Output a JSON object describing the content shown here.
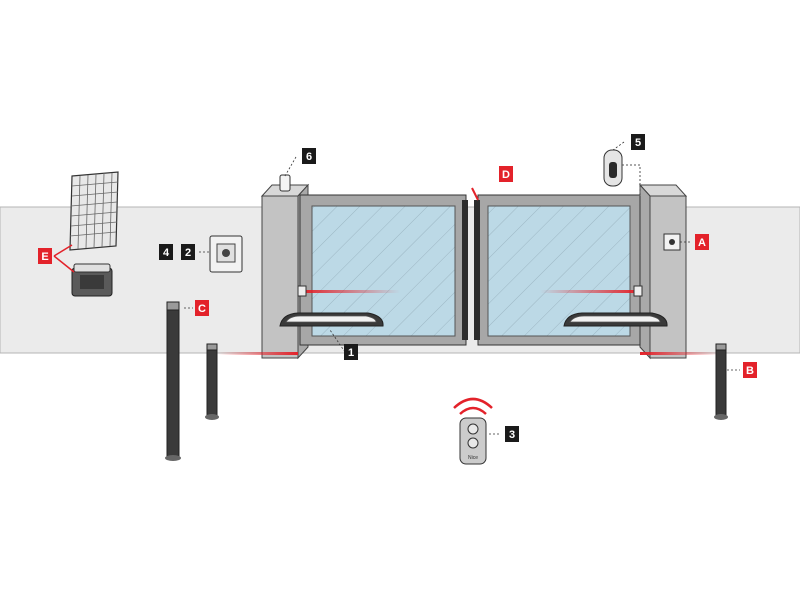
{
  "labels": {
    "n1": "1",
    "n2": "2",
    "n3": "3",
    "n4": "4",
    "n5": "5",
    "n6": "6",
    "lA": "A",
    "lB": "B",
    "lC": "C",
    "lD": "D",
    "lE": "E"
  },
  "remote": {
    "brand": "Nice"
  },
  "colors": {
    "wall": "#ebebeb",
    "pillar": "#c3c3c3",
    "glass": "#bcd9e6",
    "frame": "#9a9a9a",
    "accent_red": "#e3222a",
    "badge_black": "#1a1a1a",
    "outline": "#333333"
  }
}
